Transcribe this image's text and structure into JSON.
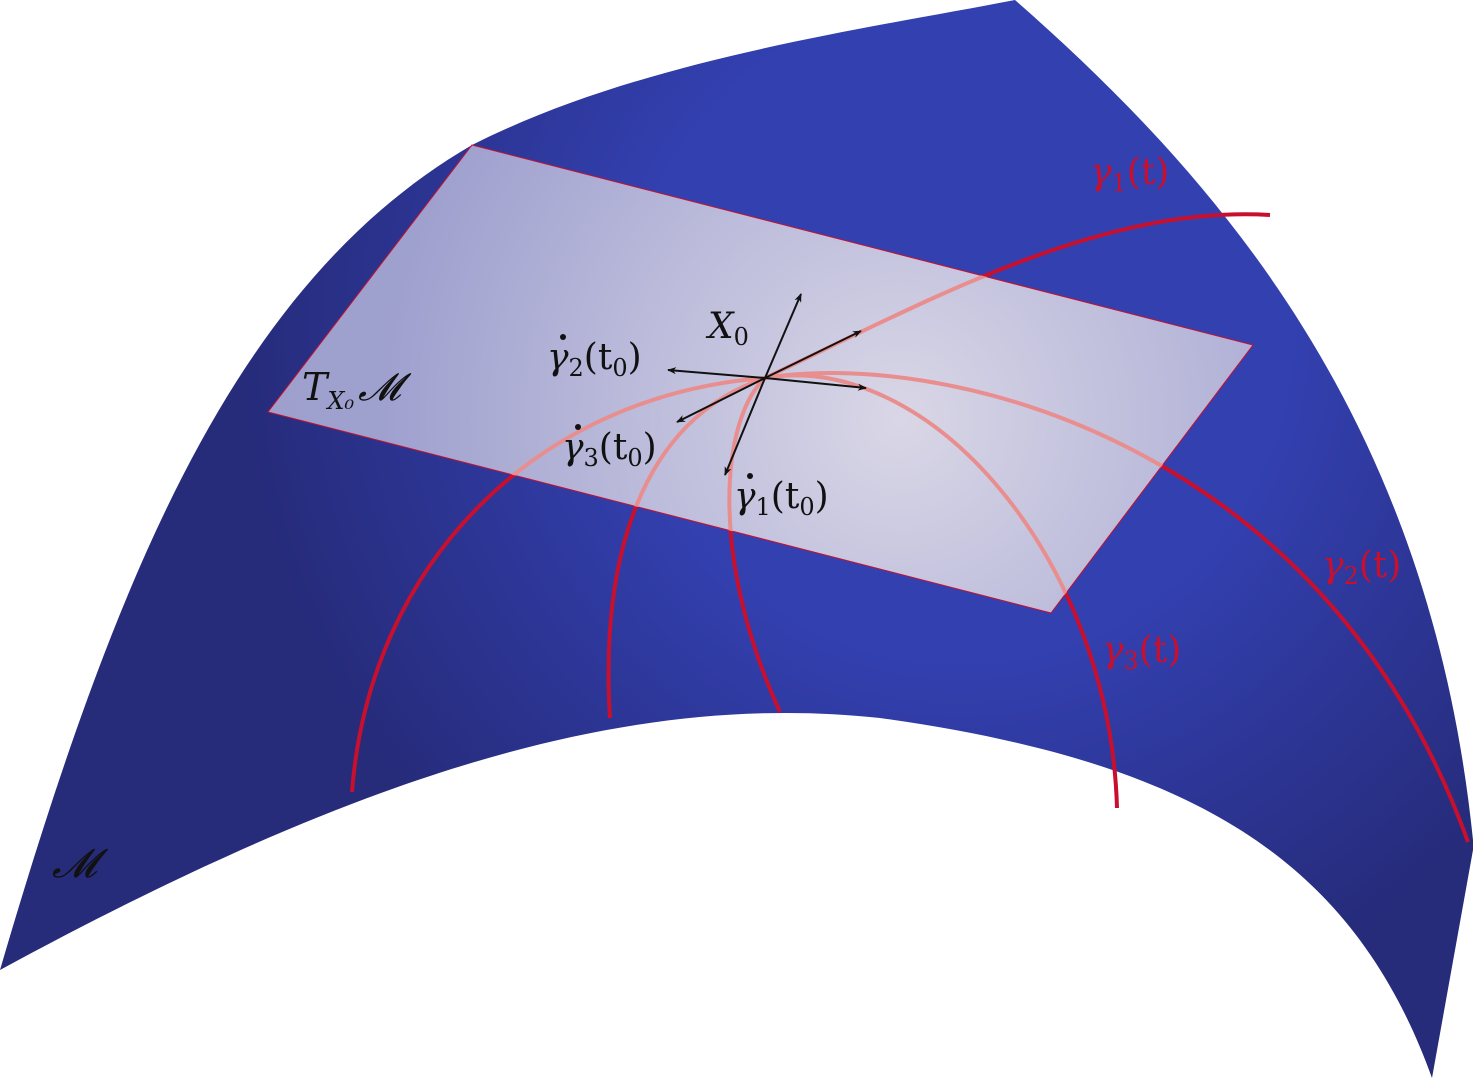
{
  "labels": {
    "manifold": "𝓜",
    "tangent_space": {
      "base": "T",
      "sub": "X₀",
      "tail": "𝓜"
    },
    "point": {
      "base": "X",
      "sub": "0"
    },
    "gamma1_dot": {
      "base": "γ",
      "sub": "1",
      "arg": "(t",
      "argsub": "0",
      "close": ")"
    },
    "gamma2_dot": {
      "base": "γ",
      "sub": "2",
      "arg": "(t",
      "argsub": "0",
      "close": ")"
    },
    "gamma3_dot": {
      "base": "γ",
      "sub": "3",
      "arg": "(t",
      "argsub": "0",
      "close": ")"
    },
    "gamma1": {
      "base": "γ",
      "sub": "1",
      "arg": "(t)"
    },
    "gamma2": {
      "base": "γ",
      "sub": "2",
      "arg": "(t)"
    },
    "gamma3": {
      "base": "γ",
      "sub": "3",
      "arg": "(t)"
    }
  },
  "colors": {
    "surface_dark": "#262b7a",
    "surface_light": "#3340b0",
    "plane_light": "#e6e2ea",
    "plane_mid": "#a7a8d3",
    "curve": "#c8102e",
    "curve_on_plane": "#e98e8e",
    "arrow": "#111111"
  }
}
